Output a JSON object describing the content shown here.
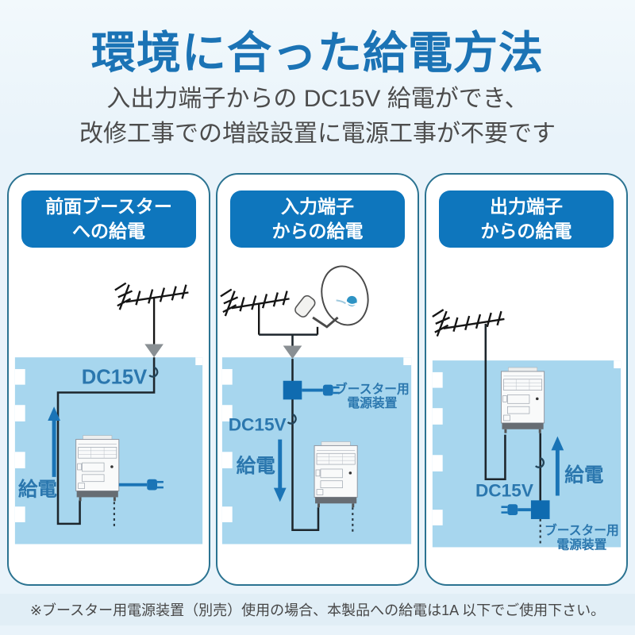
{
  "page": {
    "title": "環境に合った給電方法",
    "subtitle_line1": "入出力端子からの DC15V 給電ができ、",
    "subtitle_line2": "改修工事での増設設置に電源工事が不要です",
    "footnote": "※ブースター用電源装置（別売）使用の場合、本製品への給電は1A 以下でご使用下さい。"
  },
  "colors": {
    "title_blue": "#1b73b5",
    "header_blue": "#0e76bd",
    "panel_border_teal": "#2b7391",
    "building_blue": "#a7d6ee",
    "accent_blue": "#1a74b6",
    "inserter_blue": "#0f6bb0",
    "line_dark": "#1d262c",
    "triangle_gray": "#898f93"
  },
  "panels": [
    {
      "title_line1": "前面ブースター",
      "title_line2": "への給電",
      "dc_label": "DC15V",
      "feed_label": "給電"
    },
    {
      "title_line1": "入力端子",
      "title_line2": "からの給電",
      "dc_label": "DC15V",
      "feed_label": "給電",
      "psu_label_line1": "ブースター用",
      "psu_label_line2": "電源装置"
    },
    {
      "title_line1": "出力端子",
      "title_line2": "からの給電",
      "dc_label": "DC15V",
      "feed_label": "給電",
      "psu_label_line1": "ブースター用",
      "psu_label_line2": "電源装置"
    }
  ]
}
